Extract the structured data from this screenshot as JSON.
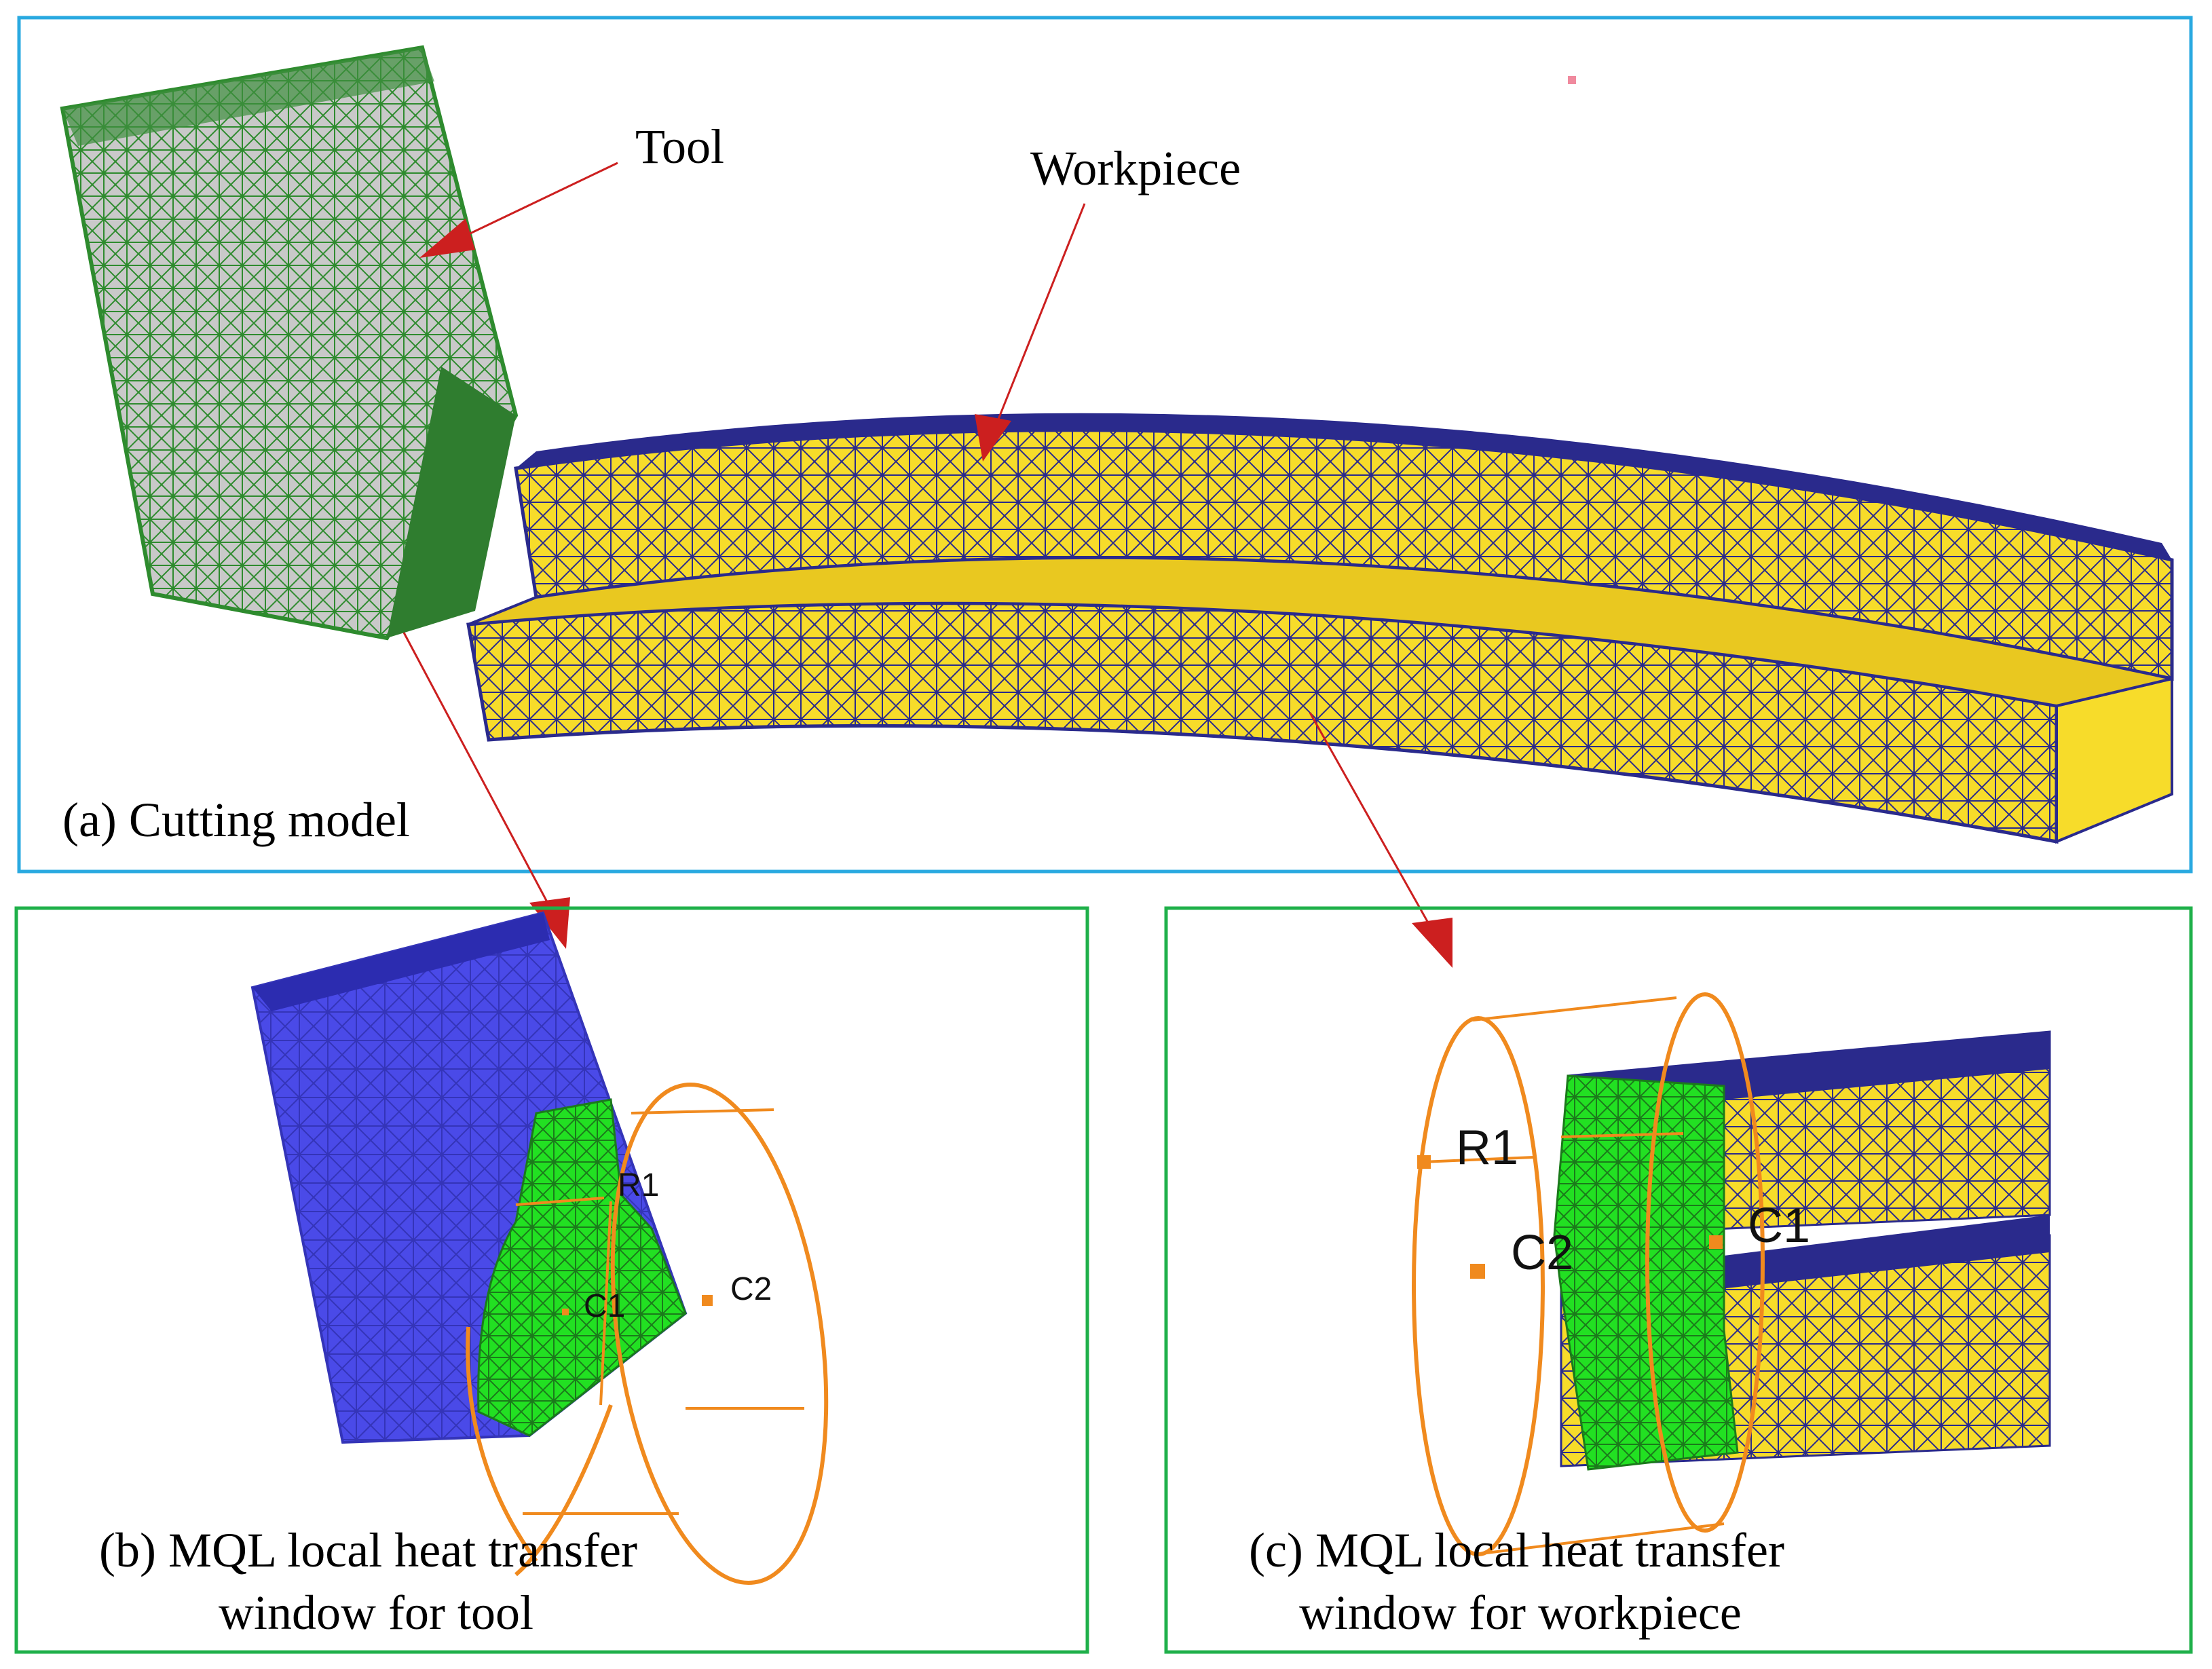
{
  "panels": {
    "a": {
      "caption": "(a) Cutting model",
      "tool_label": "Tool",
      "workpiece_label": "Workpiece"
    },
    "b": {
      "caption_line1": "(b) MQL local heat transfer",
      "caption_line2": "window for tool",
      "r_label": "R1",
      "c1_label": "C1",
      "c2_label": "C2"
    },
    "c": {
      "caption_line1": "(c) MQL local heat transfer",
      "caption_line2": "window for workpiece",
      "r_label": "R1",
      "c1_label": "C1",
      "c2_label": "C2"
    }
  },
  "colors": {
    "panel_a_border": "#29a9e0",
    "panel_bc_border": "#1fb04a",
    "tool_mesh": "#2e8b2e",
    "tool_face": "#c8c8c8",
    "workpiece_fill": "#f7dc2a",
    "workpiece_mesh": "#2a2a8c",
    "tool_blue": "#4a4ae8",
    "mql_green": "#22e022",
    "window_orange": "#f08a1e",
    "arrow_red": "#cc1f1f"
  }
}
